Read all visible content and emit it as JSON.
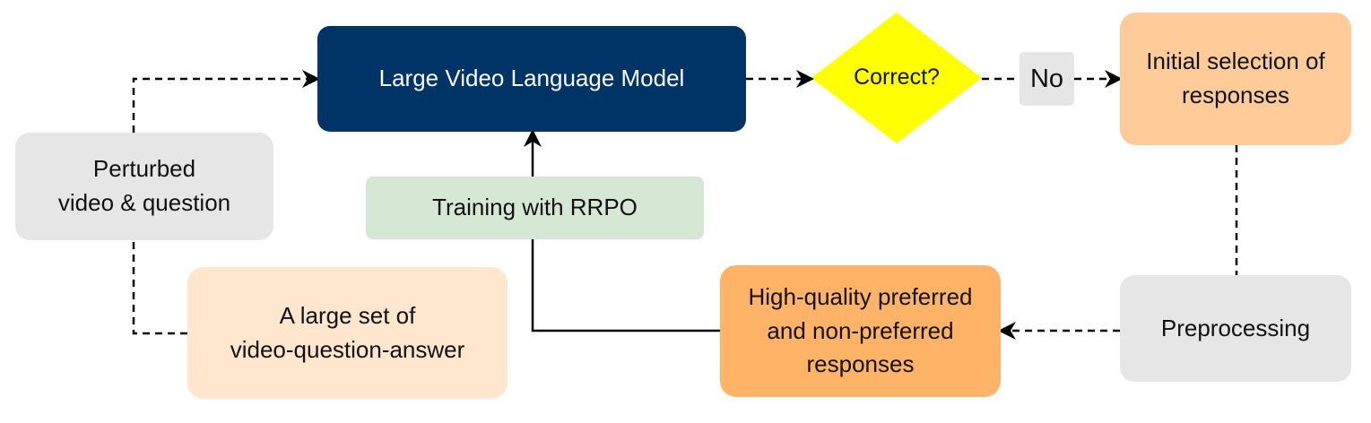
{
  "nodes": {
    "lvlm": "Large Video Language Model",
    "perturbed": "Perturbed\nvideo & question",
    "training": "Training with RRPO",
    "dataset": "A large set of\nvideo-question-answer",
    "high_quality": "High-quality preferred\nand non-preferred\nresponses",
    "preprocessing": "Preprocessing",
    "initial_selection": "Initial selection of\nresponses"
  },
  "decision": {
    "label": "Correct?",
    "no_label": "No"
  },
  "colors": {
    "lvlm": "#003366",
    "decision": "#ffff00",
    "gray": "#e6e6e6",
    "green": "#d5e8d4",
    "light_orange": "#ffe6cc",
    "orange": "#ffb366",
    "peach": "#ffcc99"
  }
}
